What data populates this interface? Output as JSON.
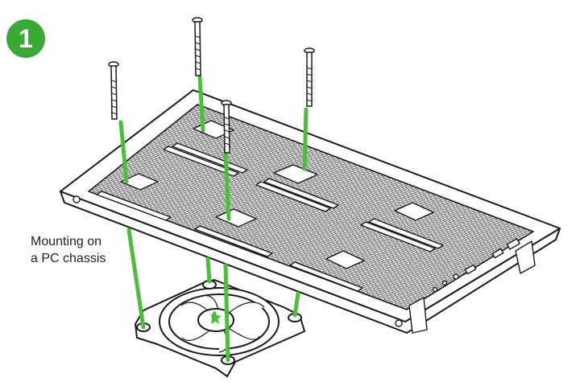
{
  "step": {
    "number": "1",
    "badge_color": "#3aa935"
  },
  "caption": {
    "line1": "Mounting on",
    "line2": "a PC chassis"
  },
  "colors": {
    "guide_lines": "#4cbf3a",
    "outline": "#1a1a1a"
  },
  "icons": [
    "screw-icon",
    "fan-icon",
    "razer-logo-icon"
  ]
}
